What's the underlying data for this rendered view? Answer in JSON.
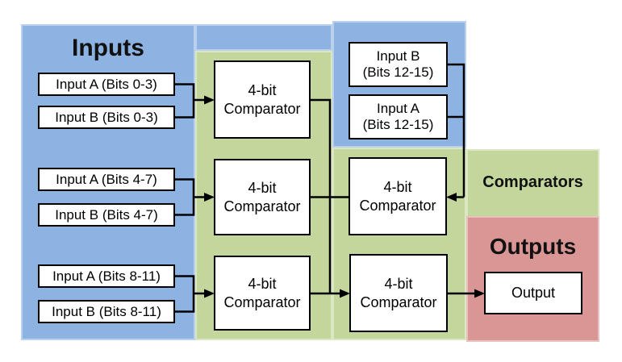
{
  "regions": {
    "inputs": {
      "title": "Inputs"
    },
    "comparators": {
      "title": "Comparators"
    },
    "outputs": {
      "title": "Outputs"
    }
  },
  "colors": {
    "inputs_region": "#8DB3E2",
    "comparators_region": "#C3D69B",
    "outputs_region": "#D99694",
    "node_fill": "#FFFFFF",
    "node_border": "#000000",
    "connector": "#000000"
  },
  "nodes": {
    "input_a_0_3": {
      "label": "Input A (Bits 0-3)"
    },
    "input_b_0_3": {
      "label": "Input B (Bits 0-3)"
    },
    "input_a_4_7": {
      "label": "Input A (Bits 4-7)"
    },
    "input_b_4_7": {
      "label": "Input B (Bits 4-7)"
    },
    "input_a_8_11": {
      "label": "Input A (Bits 8-11)"
    },
    "input_b_8_11": {
      "label": "Input B (Bits 8-11)"
    },
    "input_b_12_15": {
      "line1": "Input B",
      "line2": "(Bits 12-15)"
    },
    "input_a_12_15": {
      "line1": "Input A",
      "line2": "(Bits 12-15)"
    },
    "comparator_1": {
      "line1": "4-bit",
      "line2": "Comparator"
    },
    "comparator_2": {
      "line1": "4-bit",
      "line2": "Comparator"
    },
    "comparator_3": {
      "line1": "4-bit",
      "line2": "Comparator"
    },
    "comparator_4": {
      "line1": "4-bit",
      "line2": "Comparator"
    },
    "comparator_5": {
      "line1": "4-bit",
      "line2": "Comparator"
    },
    "output": {
      "label": "Output"
    }
  }
}
